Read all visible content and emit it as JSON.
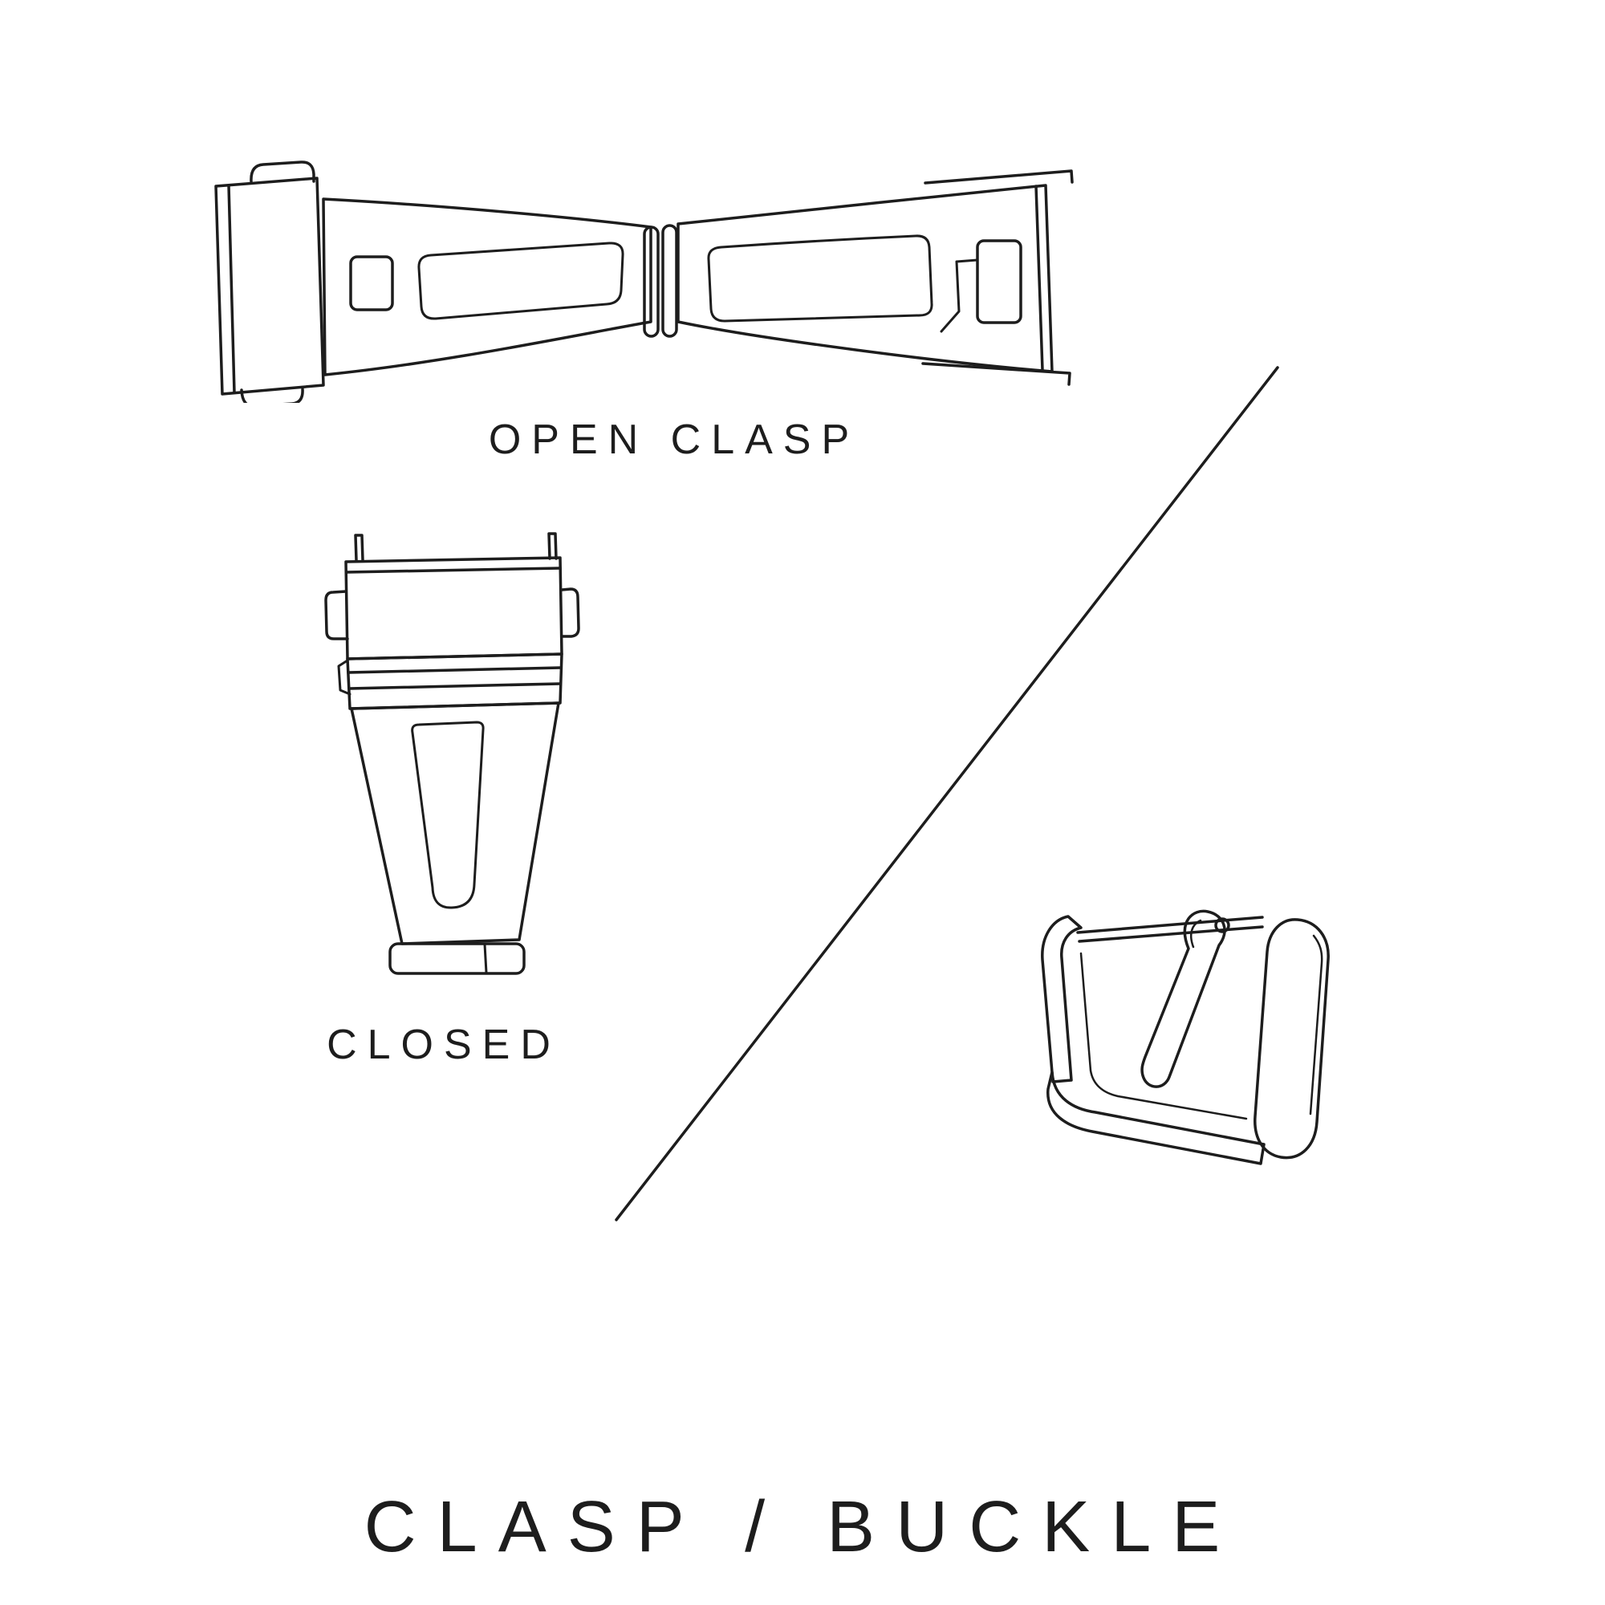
{
  "colors": {
    "background": "#ffffff",
    "ink": "#1d1d1d"
  },
  "title": {
    "text": "CLASP / BUCKLE"
  },
  "illustrations": {
    "open_clasp": {
      "icon": "open-clasp-illustration",
      "caption": "OPEN CLASP"
    },
    "closed_clasp": {
      "icon": "closed-clasp-illustration",
      "caption": "CLOSED"
    },
    "buckle": {
      "icon": "tang-buckle-illustration"
    },
    "divider": {
      "icon": "diagonal-divider-line"
    }
  }
}
